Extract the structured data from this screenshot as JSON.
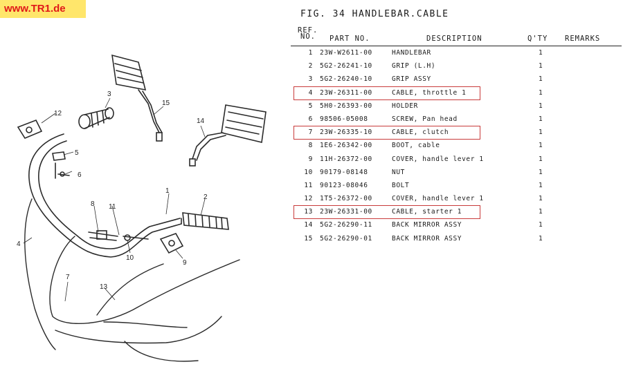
{
  "watermark": "www.TR1.de",
  "figure": {
    "title": "FIG. 34  HANDLEBAR.CABLE"
  },
  "table": {
    "headers": {
      "ref_line1": "REF.",
      "ref_line2": "NO.",
      "part_no": "PART NO.",
      "description": "DESCRIPTION",
      "qty": "Q'TY",
      "remarks": "REMARKS"
    },
    "rows": [
      {
        "ref": "1",
        "part": "23W-W2611-00",
        "desc": "HANDLEBAR",
        "qty": "1",
        "highlighted": false
      },
      {
        "ref": "2",
        "part": "5G2-26241-10",
        "desc": "GRIP (L.H)",
        "qty": "1",
        "highlighted": false
      },
      {
        "ref": "3",
        "part": "5G2-26240-10",
        "desc": "GRIP ASSY",
        "qty": "1",
        "highlighted": false
      },
      {
        "ref": "4",
        "part": "23W-26311-00",
        "desc": "CABLE, throttle 1",
        "qty": "1",
        "highlighted": true
      },
      {
        "ref": "5",
        "part": "5H0-26393-00",
        "desc": "HOLDER",
        "qty": "1",
        "highlighted": false
      },
      {
        "ref": "6",
        "part": "98506-05008",
        "desc": "SCREW, Pan head",
        "qty": "1",
        "highlighted": false
      },
      {
        "ref": "7",
        "part": "23W-26335-10",
        "desc": "CABLE, clutch",
        "qty": "1",
        "highlighted": true
      },
      {
        "ref": "8",
        "part": "1E6-26342-00",
        "desc": "BOOT, cable",
        "qty": "1",
        "highlighted": false
      },
      {
        "ref": "9",
        "part": "11H-26372-00",
        "desc": "COVER, handle lever 1",
        "qty": "1",
        "highlighted": false
      },
      {
        "ref": "10",
        "part": "90179-08148",
        "desc": "NUT",
        "qty": "1",
        "highlighted": false
      },
      {
        "ref": "11",
        "part": "90123-08046",
        "desc": "BOLT",
        "qty": "1",
        "highlighted": false
      },
      {
        "ref": "12",
        "part": "1T5-26372-00",
        "desc": "COVER, handle lever 1",
        "qty": "1",
        "highlighted": false
      },
      {
        "ref": "13",
        "part": "23W-26331-00",
        "desc": "CABLE, starter 1",
        "qty": "1",
        "highlighted": true
      },
      {
        "ref": "14",
        "part": "5G2-26290-11",
        "desc": "BACK MIRROR ASSY",
        "qty": "1",
        "highlighted": false
      },
      {
        "ref": "15",
        "part": "5G2-26290-01",
        "desc": "BACK MIRROR ASSY",
        "qty": "1",
        "highlighted": false
      }
    ]
  },
  "callouts": [
    "1",
    "2",
    "3",
    "4",
    "5",
    "6",
    "7",
    "8",
    "9",
    "10",
    "11",
    "12",
    "13",
    "14",
    "15"
  ],
  "colors": {
    "highlight_box": "#c83a3a",
    "badge_bg": "#ffe66b",
    "badge_text": "#e01818"
  }
}
